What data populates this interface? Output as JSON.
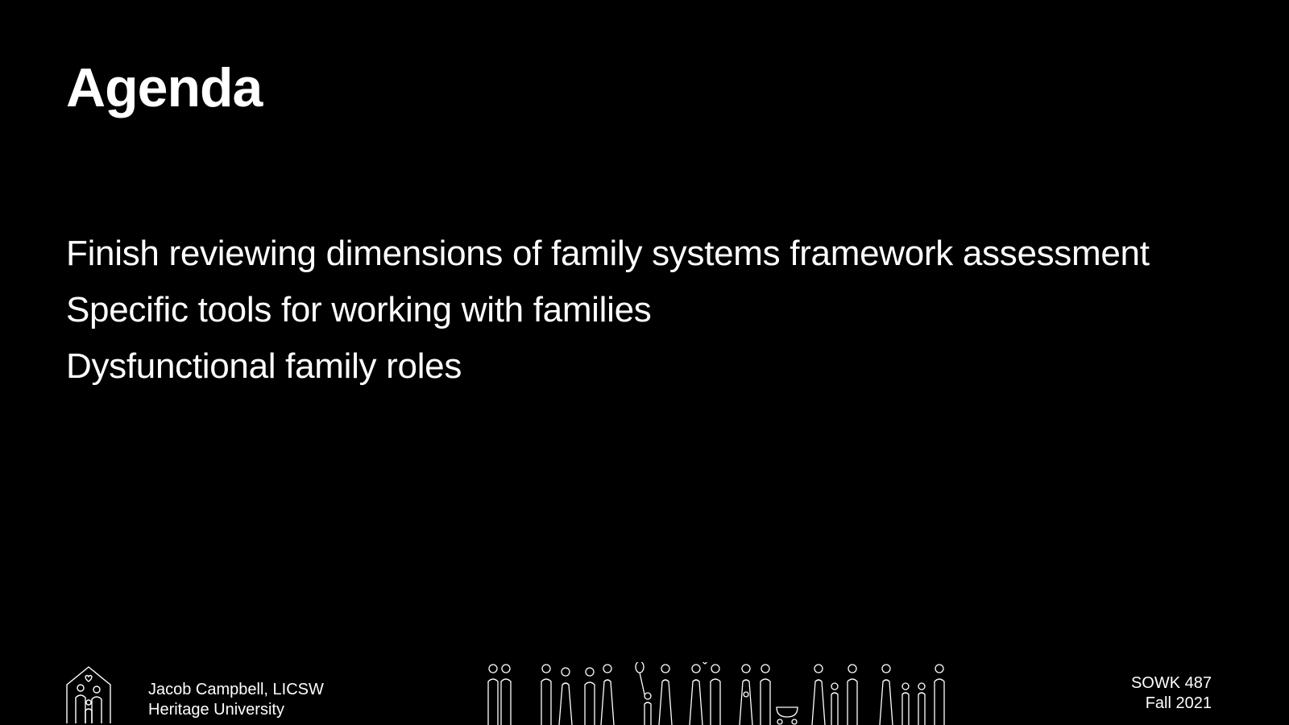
{
  "slide": {
    "title": "Agenda",
    "items": [
      "Finish reviewing dimensions of family systems framework assessment",
      "Specific tools for working with families",
      "Dysfunctional family roles"
    ]
  },
  "footer": {
    "presenter_name": "Jacob Campbell, LICSW",
    "institution": "Heritage University",
    "course_code": "SOWK 487",
    "term": "Fall 2021",
    "logo_icon": "family-house-icon",
    "illustration": "family-silhouettes-icon"
  },
  "colors": {
    "background": "#000000",
    "text": "#ffffff"
  }
}
